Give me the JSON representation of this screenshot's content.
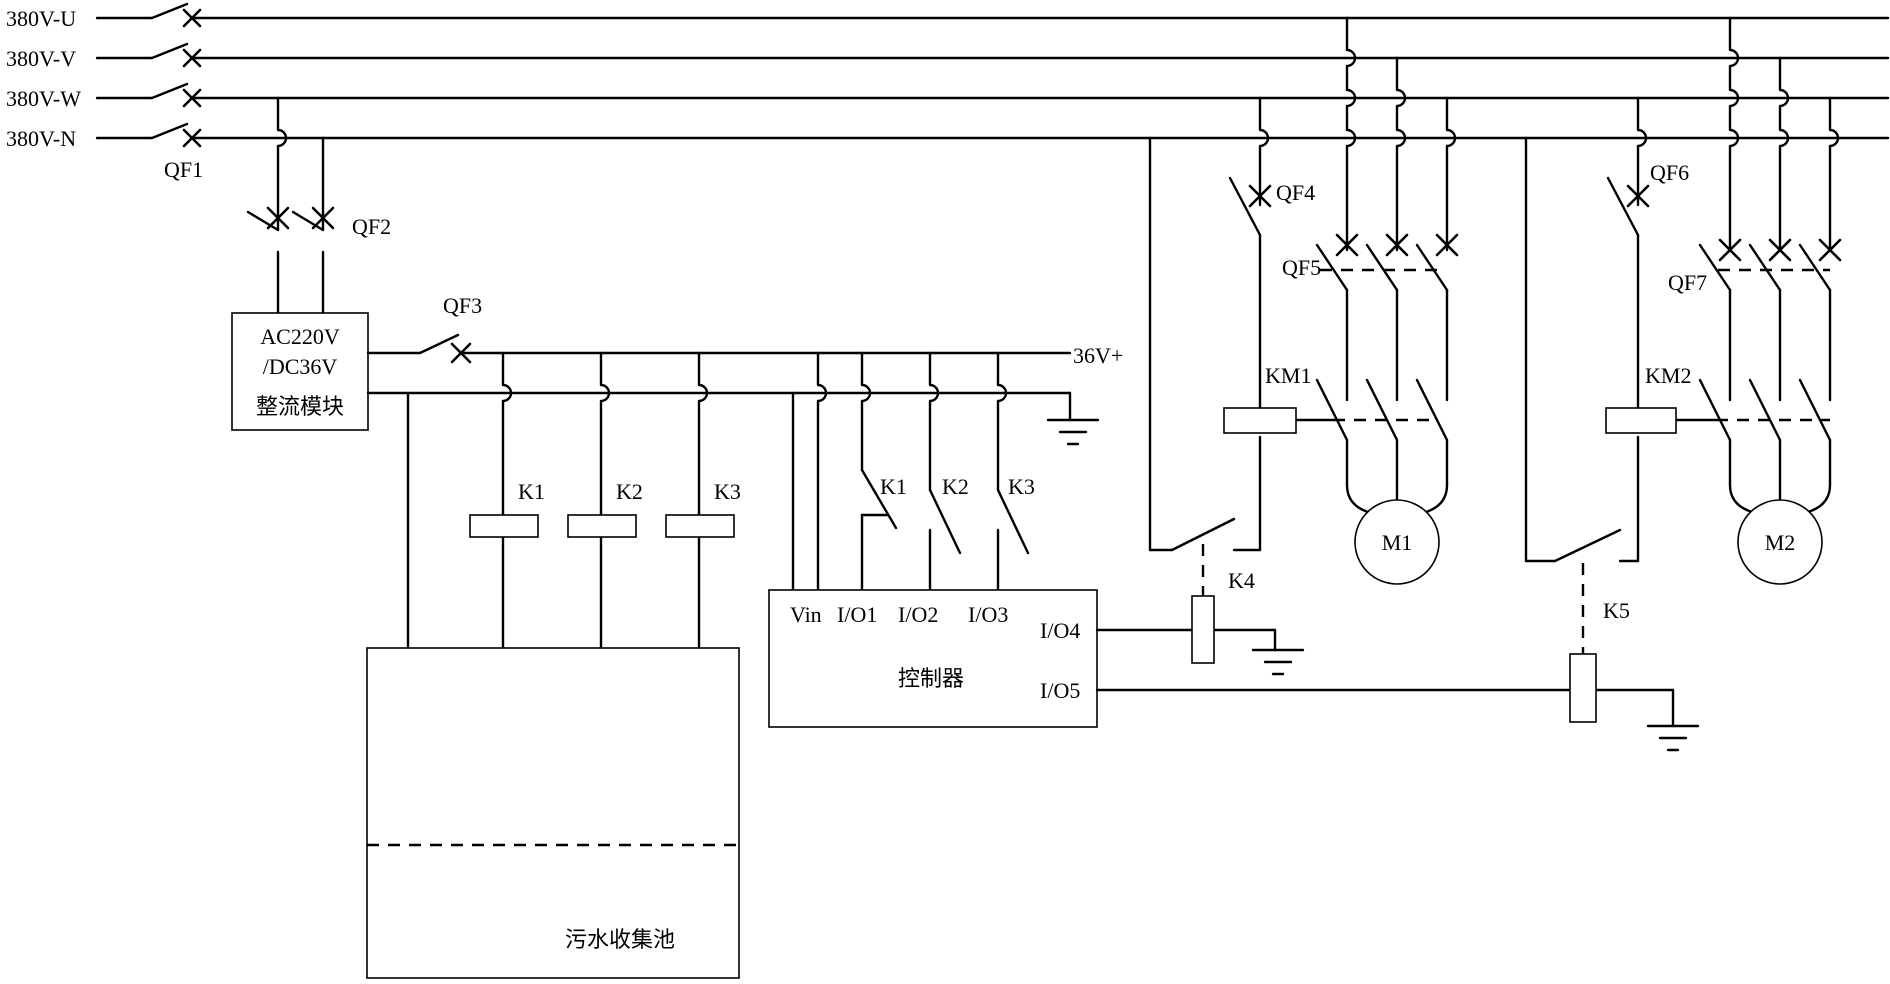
{
  "bus_labels": {
    "u": "380V-U",
    "v": "380V-V",
    "w": "380V-W",
    "n": "380V-N"
  },
  "breakers": {
    "qf1": "QF1",
    "qf2": "QF2",
    "qf3": "QF3",
    "qf4": "QF4",
    "qf5": "QF5",
    "qf6": "QF6",
    "qf7": "QF7"
  },
  "rectifier": {
    "line1": "AC220V",
    "line2": "/DC36V",
    "line3": "整流模块"
  },
  "dc_bus_label": "36V+",
  "relays": {
    "k1": "K1",
    "k2": "K2",
    "k3": "K3",
    "k4": "K4",
    "k5": "K5"
  },
  "contactors": {
    "km1": "KM1",
    "km2": "KM2"
  },
  "motors": {
    "m1": "M1",
    "m2": "M2"
  },
  "controller": {
    "title": "控制器",
    "vin": "Vin",
    "io1": "I/O1",
    "io2": "I/O2",
    "io3": "I/O3",
    "io4": "I/O4",
    "io5": "I/O5"
  },
  "tank_label": "污水收集池",
  "colors": {
    "line": "#000000",
    "background": "#ffffff"
  }
}
